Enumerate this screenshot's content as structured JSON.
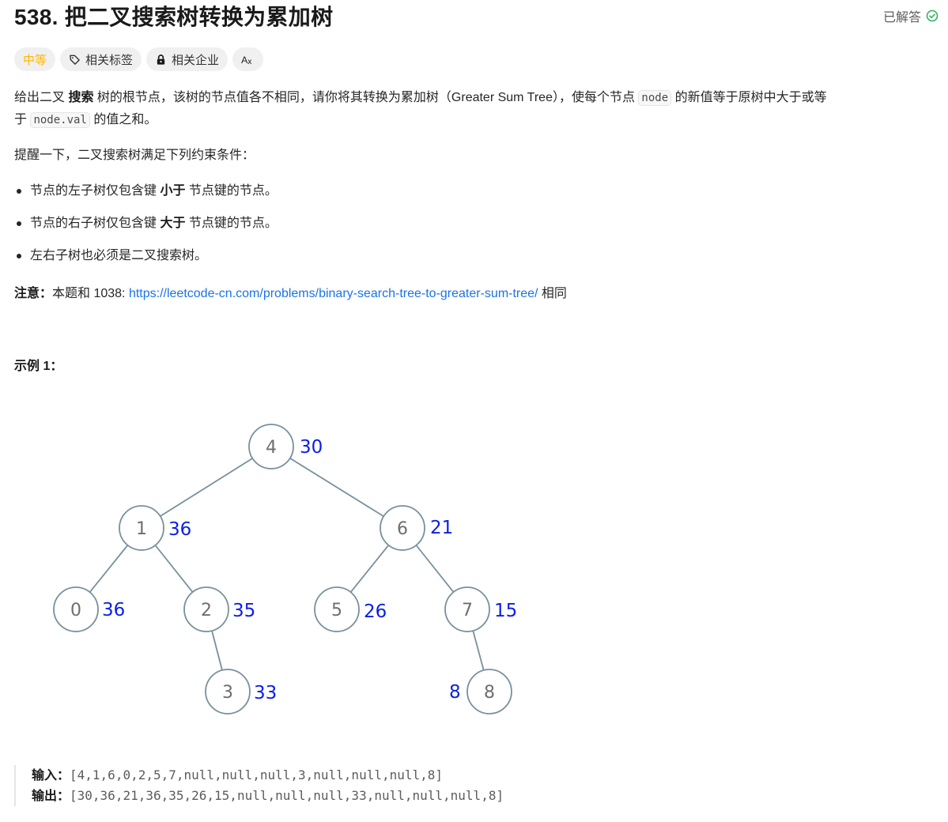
{
  "header": {
    "title": "538. 把二叉搜索树转换为累加树",
    "status_label": "已解答",
    "status_color": "#2db55d"
  },
  "badges": {
    "difficulty": "中等",
    "difficulty_color": "#ffb800",
    "tags": "相关标签",
    "companies": "相关企业",
    "translate": "Aあ"
  },
  "description": {
    "p1_a": "给出二叉 ",
    "p1_bold": "搜索",
    "p1_b": " 树的根节点，该树的节点值各不相同，请你将其转换为累加树（Greater Sum Tree），使每个节点 ",
    "p1_code": "node",
    "p1_c": " 的新值等于原树中大于或等",
    "p2_a": "于 ",
    "p2_code": "node.val",
    "p2_b": " 的值之和。",
    "reminder": "提醒一下，二叉搜索树满足下列约束条件：",
    "rules": [
      {
        "a": "节点的左子树仅包含键 ",
        "bold": "小于",
        "b": " 节点键的节点。"
      },
      {
        "a": "节点的右子树仅包含键 ",
        "bold": "大于",
        "b": " 节点键的节点。"
      },
      {
        "a": "左右子树也必须是二叉搜索树。",
        "bold": "",
        "b": ""
      }
    ],
    "note_label": "注意：",
    "note_text": "本题和 1038: ",
    "note_link": "https://leetcode-cn.com/problems/binary-search-tree-to-greater-sum-tree/",
    "note_suffix": " 相同"
  },
  "example": {
    "heading": "示例 1：",
    "input_label": "输入：",
    "input_value": "[4,1,6,0,2,5,7,null,null,null,3,null,null,null,8]",
    "output_label": "输出：",
    "output_value": "[30,36,21,36,35,26,15,null,null,null,33,null,null,null,8]"
  },
  "tree": {
    "node_stroke": "#78909c",
    "sum_color": "#0a1fe6",
    "nodes": [
      {
        "val": "4",
        "sum": "30"
      },
      {
        "val": "1",
        "sum": "36"
      },
      {
        "val": "6",
        "sum": "21"
      },
      {
        "val": "0",
        "sum": "36"
      },
      {
        "val": "2",
        "sum": "35"
      },
      {
        "val": "5",
        "sum": "26"
      },
      {
        "val": "7",
        "sum": "15"
      },
      {
        "val": "3",
        "sum": "33"
      },
      {
        "val": "8",
        "sum": "8"
      }
    ]
  }
}
